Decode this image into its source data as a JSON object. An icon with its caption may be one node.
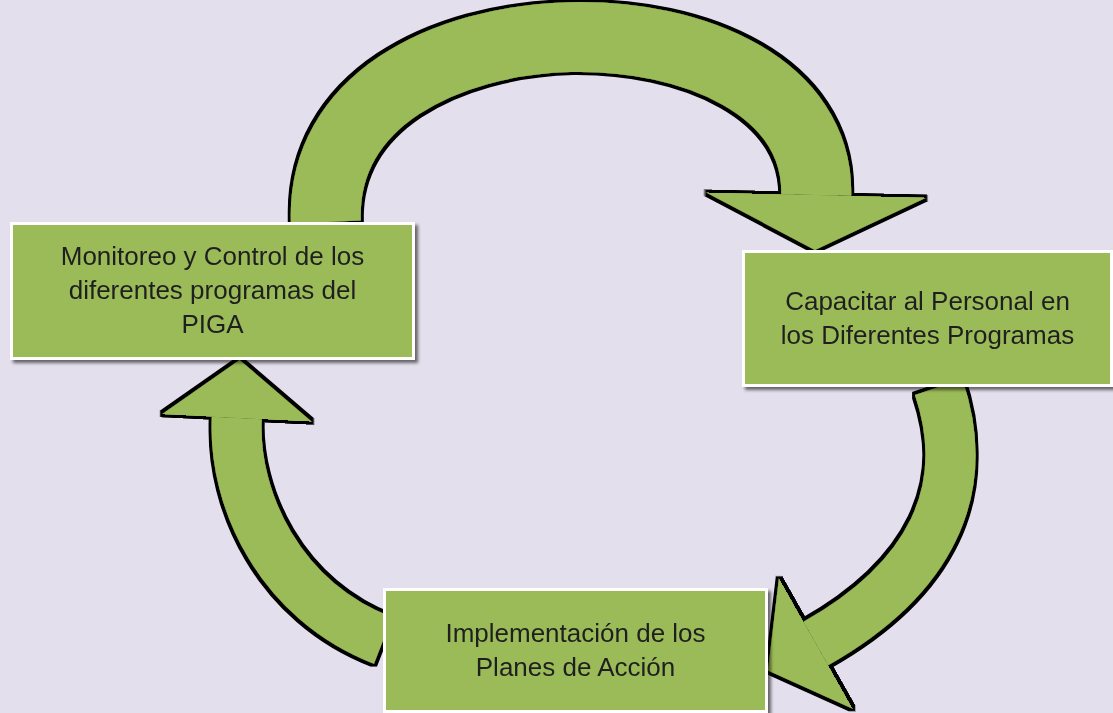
{
  "diagram": {
    "nodes": [
      {
        "text": [
          "Monitoreo y Control de los diferentes programas del PIGA"
        ]
      },
      {
        "text": [
          "Capacitar al Personal en los Diferentes Programas"
        ]
      },
      {
        "text": [
          "Implementación de los Planes de Acción"
        ]
      }
    ],
    "edges": [
      {
        "from": 0,
        "to": 1,
        "arrow": "to"
      },
      {
        "from": 1,
        "to": 2,
        "arrow": "to"
      },
      {
        "from": 2,
        "to": 0,
        "arrow": "to"
      }
    ]
  }
}
